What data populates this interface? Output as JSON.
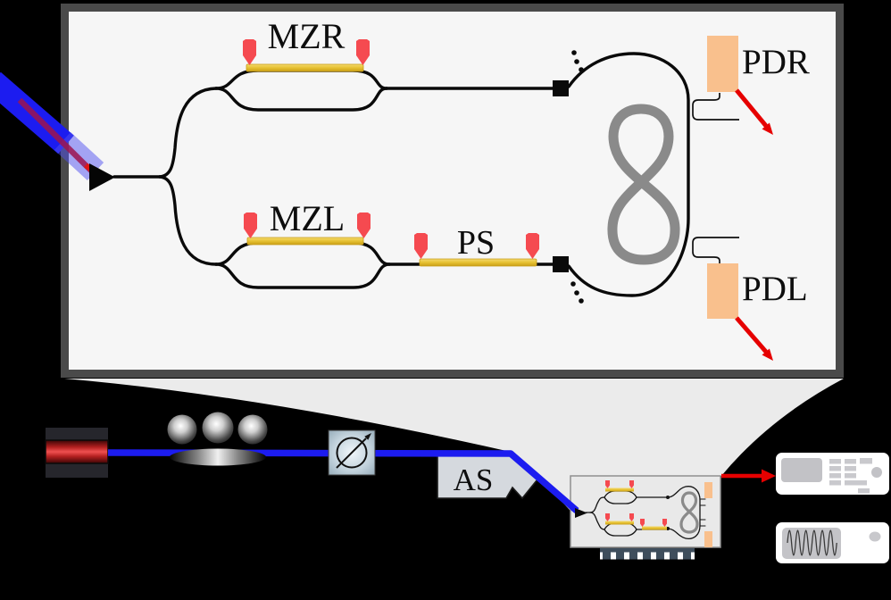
{
  "diagram": {
    "chip_inset": {
      "mzr_label": "MZR",
      "mzl_label": "MZL",
      "ps_label": "PS",
      "pdr_label": "PDR",
      "pdl_label": "PDL"
    },
    "bench": {
      "alignment_stage_label": "AS"
    },
    "icons": {
      "laser": "laser-diode-icon",
      "lens": "lens-assembly-icon",
      "attenuator": "variable-attenuator-icon",
      "fiber": "optical-fiber-line",
      "photodiode": "photodiode-block",
      "heater": "gold-heater-bar",
      "probe": "electrical-probe-pin",
      "loop": "figure-eight-delay-loop",
      "instrument_top": "sourcemeter-front-panel",
      "instrument_bottom": "oscilloscope-front-panel"
    },
    "colors": {
      "background": "#000000",
      "inset_fill": "#f6f6f6",
      "inset_border": "#4a4a4a",
      "zoom_funnel": "#ebebeb",
      "waveguide": "#0a0a0a",
      "heater_gold": "#e6c132",
      "probe_red": "#f54a50",
      "photodiode_peach": "#f9c08d",
      "loop_gray": "#8a8a8a",
      "fiber_blue": "#1c1cf0",
      "electrical_red": "#e60000",
      "chip_fill": "#e9e9e9",
      "instrument_white": "#ffffff",
      "instrument_screen": "#c2c2c6"
    }
  }
}
